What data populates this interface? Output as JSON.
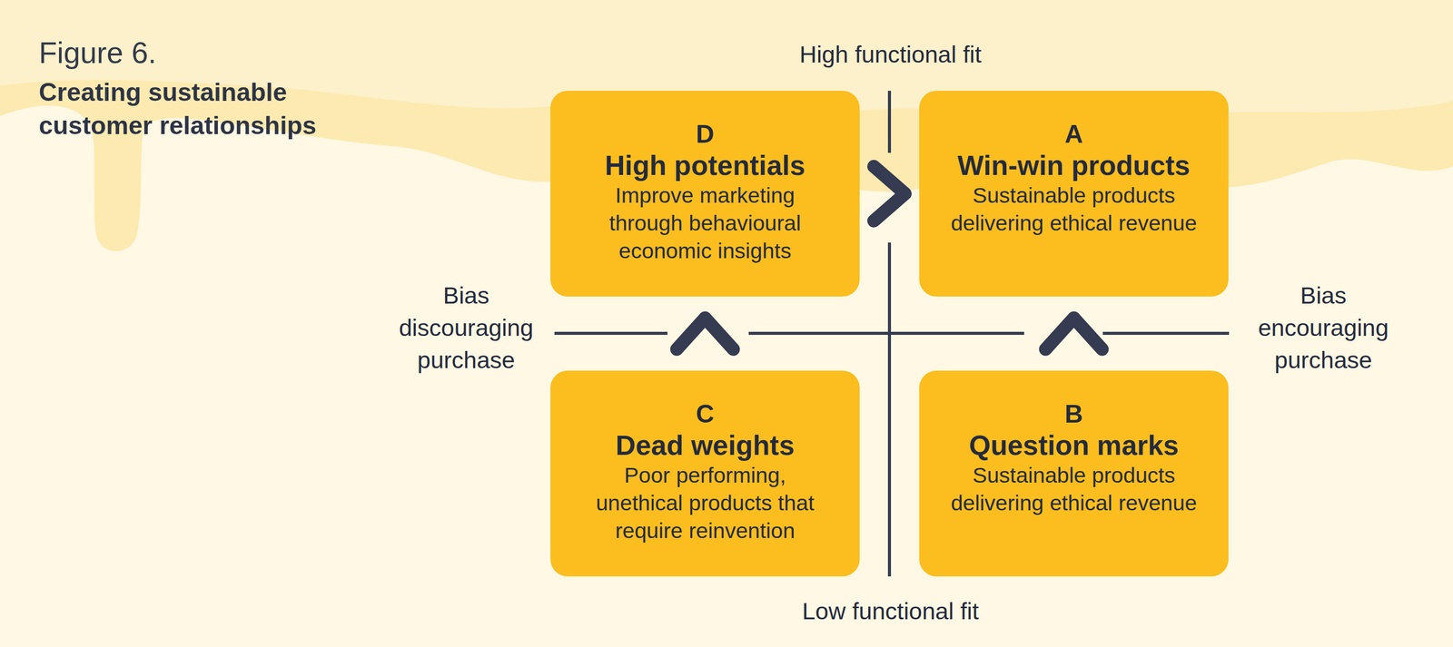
{
  "diagram": {
    "title": "Figure 6.",
    "caption": "Creating sustainable customer relationships",
    "nodes": [
      {
        "text": [
          "D",
          "High potentials",
          "Improve marketing through behavioural economic insights"
        ]
      },
      {
        "text": [
          "A",
          "Win-win products",
          "Sustainable products delivering ethical revenue"
        ]
      },
      {
        "text": [
          "C",
          "Dead weights",
          "Poor performing, unethical products that require reinvention"
        ]
      },
      {
        "text": [
          "B",
          "Question marks",
          "Sustainable products delivering ethical revenue"
        ]
      }
    ],
    "edges": [
      {
        "from": 0,
        "to": 1,
        "arrow": "to"
      },
      {
        "from": 2,
        "to": 0,
        "arrow": "to"
      },
      {
        "from": 3,
        "to": 1,
        "arrow": "to"
      }
    ],
    "labels": [
      "High functional fit",
      "Bias discouraging purchase",
      "Bias encouraging purchase",
      "Low functional fit"
    ]
  }
}
